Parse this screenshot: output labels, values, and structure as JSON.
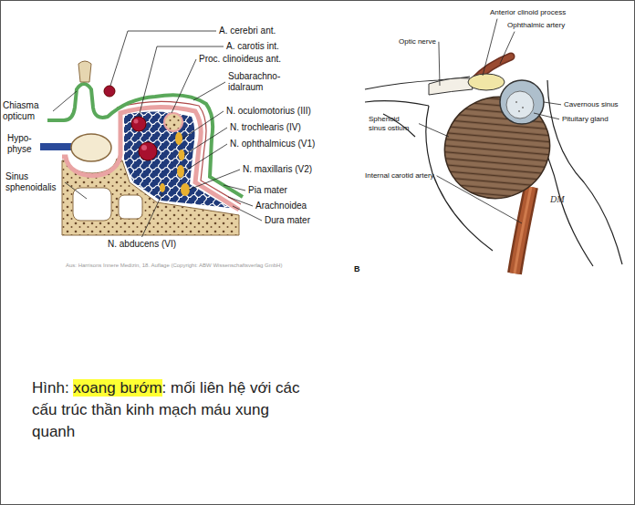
{
  "diagram": {
    "caption": "Hình: xoang bướm: mối liên hệ với các cấu trúc thần kinh mạch máu xung quanh",
    "labels": [
      "A. cerebri ant.",
      "A. carotis int.",
      "Proc. clinoideus ant.",
      "Subarachno- idalraum",
      "Chiasma opticum",
      "N. oculomotorius (III)",
      "N. trochlearis (IV)",
      "Hypo- physe",
      "N. ophthalmicus (V1)",
      "Sinus sphenoidalis",
      "N. maxillaris (V2)",
      "Pia mater",
      "Arachnoidea",
      "Dura mater",
      "N. abducens (VI)",
      "Aus: Harrisons Innere Medizin, 18. Auflage (Copyright: ABW Wissenschaftsverlag GmbH)",
      "Anterior clinoid process",
      "Ophthalmic artery",
      "Optic nerve",
      "Cavernous sinus",
      "Pituitary gland",
      "Sphenoid sinus ostium",
      "Internal carotid artery",
      "DM",
      "B"
    ]
  }
}
